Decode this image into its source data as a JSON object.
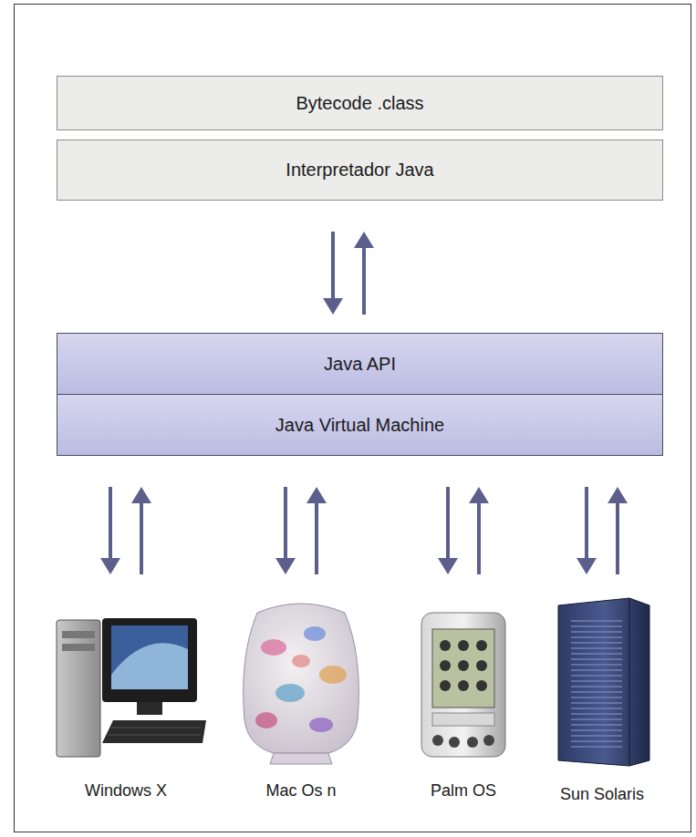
{
  "diagram": {
    "nodes": [
      {
        "text": [
          "Bytecode .class"
        ]
      },
      {
        "text": [
          "Interpretador Java"
        ]
      },
      {
        "text": [
          "Java API"
        ]
      },
      {
        "text": [
          "Java Virtual Machine"
        ]
      },
      {
        "text": [
          "Windows X"
        ]
      },
      {
        "text": [
          "Mac Os n"
        ]
      },
      {
        "text": [
          "Palm OS"
        ]
      },
      {
        "text": [
          "Sun Solaris"
        ]
      }
    ],
    "edges": [
      {
        "from": 1,
        "to": 2,
        "arrow": "both"
      },
      {
        "from": 3,
        "to": 4,
        "arrow": "both"
      },
      {
        "from": 3,
        "to": 5,
        "arrow": "both"
      },
      {
        "from": 3,
        "to": 6,
        "arrow": "both"
      },
      {
        "from": 3,
        "to": 7,
        "arrow": "both"
      }
    ]
  }
}
